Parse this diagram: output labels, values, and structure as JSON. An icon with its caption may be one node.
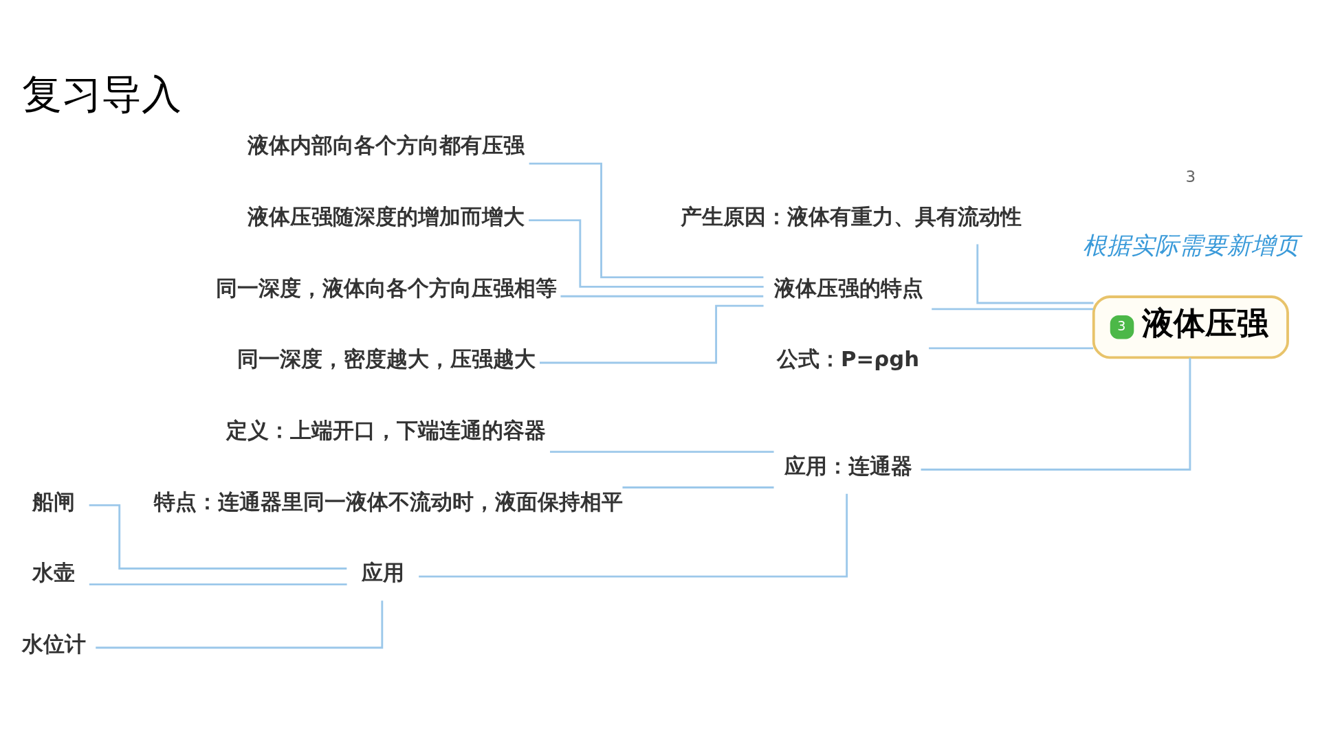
{
  "diagram": {
    "title": "复习导入",
    "nodes": [
      {
        "text": [
          "3",
          "液体压强"
        ]
      },
      {
        "text": [
          "产生原因：液体有重力、具有流动性"
        ]
      },
      {
        "text": [
          "液体压强的特点"
        ]
      },
      {
        "text": [
          "液体内部向各个方向都有压强"
        ]
      },
      {
        "text": [
          "液体压强随深度的增加而增大"
        ]
      },
      {
        "text": [
          "同一深度，液体向各个方向压强相等"
        ]
      },
      {
        "text": [
          "同一深度，密度越大，压强越大"
        ]
      },
      {
        "text": [
          "公式：P=ρgh"
        ]
      },
      {
        "text": [
          "应用：连通器"
        ]
      },
      {
        "text": [
          "定义：上端开口，下端连通的容器"
        ]
      },
      {
        "text": [
          "特点：连通器里同一液体不流动时，液面保持相平"
        ]
      },
      {
        "text": [
          "应用"
        ]
      },
      {
        "text": [
          "船闸"
        ]
      },
      {
        "text": [
          "水壶"
        ]
      },
      {
        "text": [
          "水位计"
        ]
      }
    ],
    "edges": [
      {
        "from": 0,
        "to": 1,
        "arrow": "none"
      },
      {
        "from": 0,
        "to": 2,
        "arrow": "none"
      },
      {
        "from": 0,
        "to": 7,
        "arrow": "none"
      },
      {
        "from": 0,
        "to": 8,
        "arrow": "none"
      },
      {
        "from": 2,
        "to": 3,
        "arrow": "none"
      },
      {
        "from": 2,
        "to": 4,
        "arrow": "none"
      },
      {
        "from": 2,
        "to": 5,
        "arrow": "none"
      },
      {
        "from": 2,
        "to": 6,
        "arrow": "none"
      },
      {
        "from": 8,
        "to": 9,
        "arrow": "none"
      },
      {
        "from": 8,
        "to": 10,
        "arrow": "none"
      },
      {
        "from": 8,
        "to": 11,
        "arrow": "none"
      },
      {
        "from": 11,
        "to": 12,
        "arrow": "none"
      },
      {
        "from": 11,
        "to": 13,
        "arrow": "none"
      },
      {
        "from": 11,
        "to": 14,
        "arrow": "none"
      }
    ],
    "labels": [
      "根据实际需要新增页",
      "3"
    ]
  }
}
